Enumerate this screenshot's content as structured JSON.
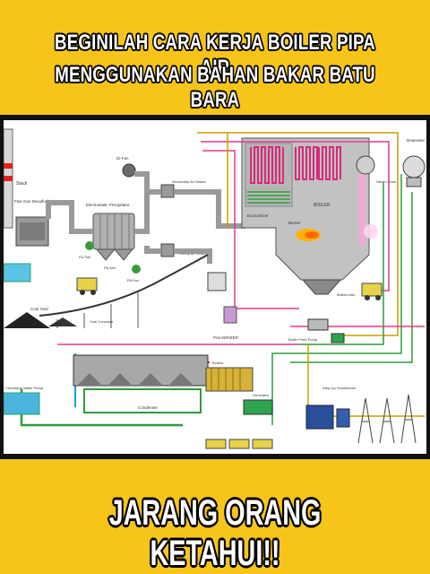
{
  "headline": {
    "line1": "BEGINILAH CARA KERJA BOILER PIPA AIR",
    "line2": "MENGGUNAKAN BAHAN BAKAR BATU BARA"
  },
  "footer": {
    "text": "JARANG ORANG KETAHUI!!"
  },
  "diagram": {
    "labels": {
      "stack": "Stack",
      "fgd": "Flue Gas Desulfurization",
      "esp": "Electrostatic Precipitator",
      "id_fan": "ID Fan",
      "sec_air_heater": "Secondary Air Heater",
      "pri_air_heater": "Primary Air Heater",
      "boiler": "BOILER",
      "economizer": "Economizer",
      "deaerator": "Deaerator",
      "steam_drum": "Steam Drum",
      "burner": "Burner",
      "bottom_ash": "Bottom Ash",
      "pulverizer": "PULVERIZER",
      "coal_yard": "Coal Yard",
      "coal_conveyor": "Coal Conveyor",
      "condenser": "Condenser",
      "turbine": "Turbine",
      "generator": "Generator",
      "boiler_feed_pump": "Boiler Feed Pump",
      "circulating_water_pump": "Circulating Water Pump",
      "transformer": "Step-Up Transformer",
      "pa_fan": "PA Fan",
      "fd_fan": "FD Fan",
      "fly_ash": "Fly Ash"
    },
    "colors": {
      "steam": "#e23b8a",
      "water": "#2e9b3a",
      "air": "#8a8a8a",
      "flue": "#c8a000",
      "boiler_shell": "#b6b6b6",
      "superheater": "#d82a7a"
    }
  }
}
